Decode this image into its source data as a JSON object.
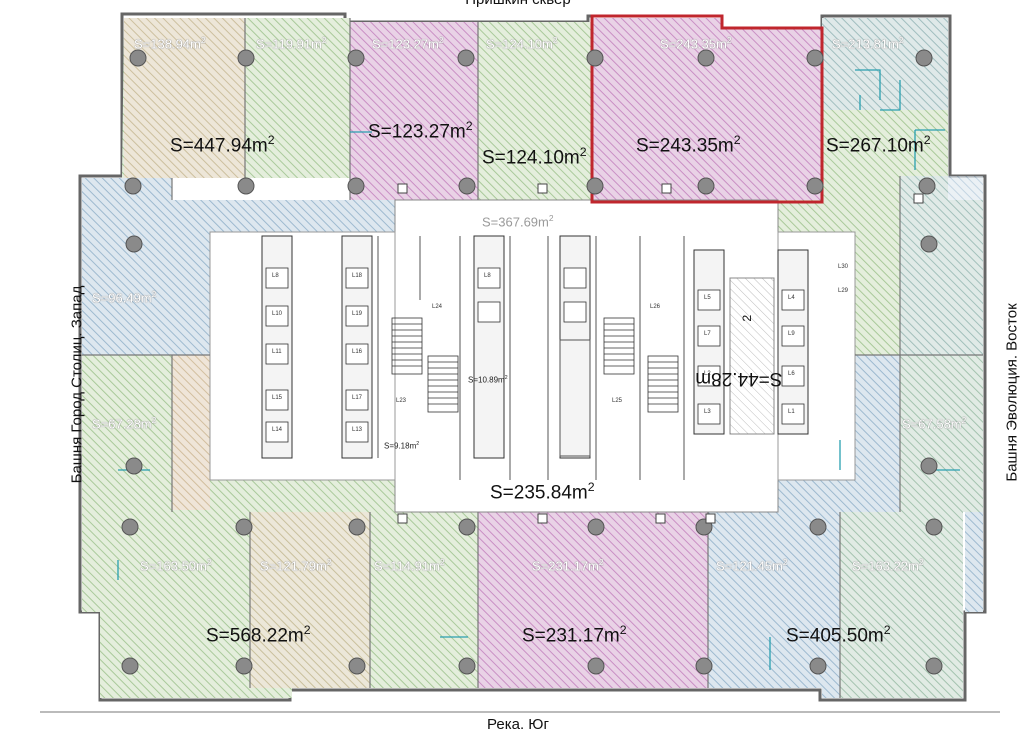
{
  "directions": {
    "north": "Пришкин сквер",
    "south": "Река. Юг",
    "west": "Башня Город Столиц. Запад",
    "east": "Башня Эволюция. Восток"
  },
  "colors": {
    "purple_zone": "#c98fc4",
    "green_zone": "#a9c99a",
    "blue_zone": "#9db9cf",
    "peach_zone": "#e3b9a0",
    "highlight_border": "#c0262d",
    "column": "#7a7a7a",
    "wall": "#666666"
  },
  "labels": {
    "area_447": "S=447.94m",
    "area_123_big": "S=123.27m",
    "area_124_big": "S=124.10m",
    "area_243_big": "S=243.35m",
    "area_267": "S=267.10m",
    "area_568": "S=568.22m",
    "area_231_big": "S=231.17m",
    "area_405": "S=405.50m",
    "area_235": "S=235.84m",
    "area_44": "S=44.28m",
    "sub_138": "S=138.94m",
    "sub_119": "S=119.91m",
    "sub_123": "S=123.27m",
    "sub_124": "S=124.10m",
    "sub_243": "S=243.35m",
    "sub_213": "S=213.81m",
    "sub_96": "S=96.49m",
    "sub_67_left": "S=67.28m",
    "sub_67_right": "S=67.58m",
    "sub_163_left": "S=163.50m",
    "sub_121_left": "S=121.79m",
    "sub_114": "S=114.91m",
    "sub_231": "S=231.17m",
    "sub_121_right": "S=121.45m",
    "sub_163_right": "S=163.22m",
    "core_367": "S=367.69m",
    "core_10": "S=10.89m",
    "core_9": "S=9.18m",
    "sq": "2"
  },
  "lifts_left": [
    "L8",
    "L10",
    "L11",
    "L15",
    "L14",
    "L18",
    "L19",
    "L16",
    "L17",
    "L13"
  ],
  "lifts_right": [
    "L5",
    "L7",
    "L2",
    "L3",
    "L4",
    "L9",
    "L6",
    "L1",
    "L8"
  ],
  "rooms": [
    "L24",
    "L23",
    "L25",
    "L26",
    "L30",
    "L29"
  ]
}
